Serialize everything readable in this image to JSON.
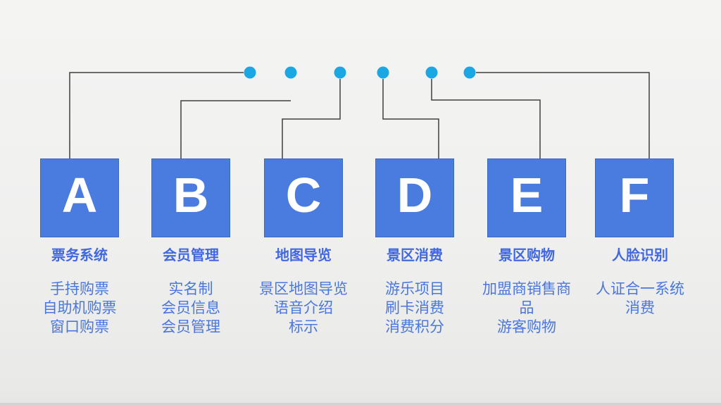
{
  "colors": {
    "box-blue": "#4a7ce0",
    "box-border": "#3d68c0",
    "letter-white": "#ffffff",
    "title-blue": "#4168e0",
    "desc-blue": "#4a77dd",
    "dot-cyan": "#1aa7e4",
    "line-gray": "#3f3f3f",
    "background": "#f0f0ef"
  },
  "icons": {
    "connector-dot": "filled-circle"
  },
  "sections": [
    {
      "letter": "A",
      "title": "票务系统",
      "lines": [
        "手持购票",
        "自助机购票",
        "窗口购票"
      ]
    },
    {
      "letter": "B",
      "title": "会员管理",
      "lines": [
        "实名制",
        "会员信息",
        "会员管理"
      ]
    },
    {
      "letter": "C",
      "title": "地图导览",
      "lines": [
        "景区地图导览",
        "语音介绍",
        "标示"
      ]
    },
    {
      "letter": "D",
      "title": "景区消费",
      "lines": [
        "游乐项目",
        "刷卡消费",
        "消费积分"
      ]
    },
    {
      "letter": "E",
      "title": "景区购物",
      "lines": [
        "加盟商销售商",
        "品",
        "游客购物"
      ]
    },
    {
      "letter": "F",
      "title": "人脸识别",
      "lines": [
        "人证合一系统",
        "消费"
      ]
    }
  ]
}
